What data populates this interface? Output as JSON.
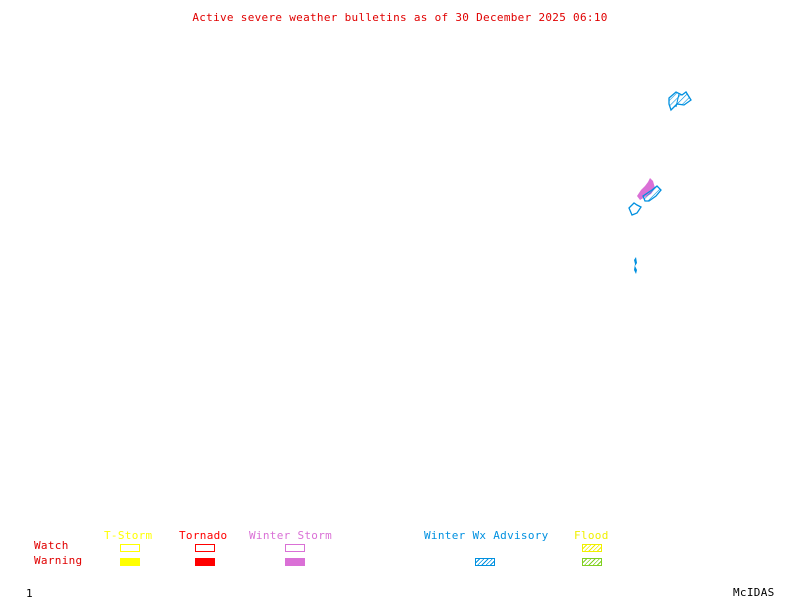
{
  "title": "Active severe weather bulletins as of 30 December 2025 06:10",
  "legend": {
    "row_labels": {
      "watch": "Watch",
      "warning": "Warning"
    },
    "categories": [
      {
        "name": "T-Storm",
        "color": "#ffff00",
        "watch": "outline",
        "warning": "filled"
      },
      {
        "name": "Tornado",
        "color": "#ff0000",
        "watch": "outline",
        "warning": "filled"
      },
      {
        "name": "Winter Storm",
        "color": "#da70d6",
        "watch": "outline",
        "warning": "filled"
      },
      {
        "name": "Winter Wx Advisory",
        "color": "#0090e0",
        "warning": "hatched"
      },
      {
        "name": "Flood",
        "color_watch": "#f0f000",
        "color_warning": "#80d020",
        "watch": "hatched",
        "warning": "hatched"
      }
    ]
  },
  "frame_number": "1",
  "brand": "McIDAS",
  "colors": {
    "title": "#e00000",
    "winter_storm": "#da70d6",
    "winter_wx_advisory": "#0090e0"
  },
  "map_features": [
    {
      "type": "winter_wx_advisory",
      "region": "northeast-upper"
    },
    {
      "type": "winter_storm_warning",
      "region": "northeast-middle"
    },
    {
      "type": "winter_wx_advisory",
      "region": "northeast-middle"
    },
    {
      "type": "winter_wx_advisory",
      "region": "northeast-lower"
    }
  ]
}
